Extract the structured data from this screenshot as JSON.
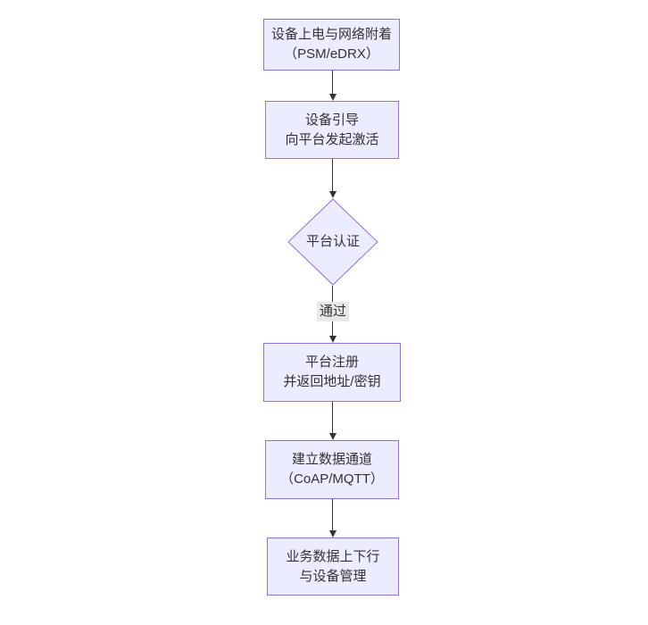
{
  "diagram": {
    "type": "flowchart",
    "direction": "top-down",
    "colors": {
      "background": "#ffffff",
      "node_fill": "#ECECFF",
      "node_border": "#9370DB",
      "text": "#333333",
      "arrow": "#333333",
      "edge_label_bg": "#e8e8e8"
    },
    "nodes": [
      {
        "id": "power-attach",
        "shape": "rect",
        "lines": [
          "设备上电与网络附着",
          "（PSM/eDRX）"
        ]
      },
      {
        "id": "bootstrap-activate",
        "shape": "rect",
        "lines": [
          "设备引导",
          "向平台发起激活"
        ]
      },
      {
        "id": "platform-auth",
        "shape": "diamond",
        "lines": [
          "平台认证"
        ]
      },
      {
        "id": "platform-register",
        "shape": "rect",
        "lines": [
          "平台注册",
          "并返回地址/密钥"
        ]
      },
      {
        "id": "data-channel",
        "shape": "rect",
        "lines": [
          "建立数据通道",
          "（CoAP/MQTT）"
        ]
      },
      {
        "id": "business-data",
        "shape": "rect",
        "lines": [
          "业务数据上下行",
          "与设备管理"
        ]
      }
    ],
    "edges": [
      {
        "from": "power-attach",
        "to": "bootstrap-activate",
        "label": ""
      },
      {
        "from": "bootstrap-activate",
        "to": "platform-auth",
        "label": ""
      },
      {
        "from": "platform-auth",
        "to": "platform-register",
        "label": "通过"
      },
      {
        "from": "platform-register",
        "to": "data-channel",
        "label": ""
      },
      {
        "from": "data-channel",
        "to": "business-data",
        "label": ""
      }
    ]
  }
}
